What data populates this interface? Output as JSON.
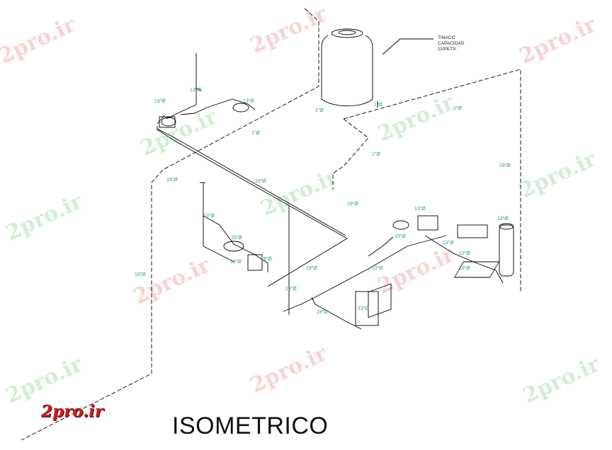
{
  "drawing": {
    "title": "ISOMETRICO",
    "tank_note": [
      "TINACO",
      "CAPACIDAD",
      "1100LTS."
    ],
    "logo": "2pro.ir",
    "watermark": "2pro.ir",
    "pipe_labels": [
      "13\"Ø",
      "13\"Ø",
      "13\"Ø",
      "1\"Ø",
      "1\"Ø",
      "1\"Ø",
      "1\"Ø",
      "1\"Ø",
      "19\"Ø",
      "19\"Ø",
      "19\"Ø",
      "19\"Ø",
      "13\"Ø",
      "13\"Ø",
      "13\"Ø",
      "19\"Ø",
      "19\"Ø",
      "13\"Ø",
      "19\"Ø",
      "13\"Ø",
      "13\"Ø",
      "19\"Ø",
      "13\"Ø",
      "19\"Ø",
      "19\"Ø",
      "13\"Ø",
      "19\"Ø",
      "13\"Ø"
    ]
  }
}
